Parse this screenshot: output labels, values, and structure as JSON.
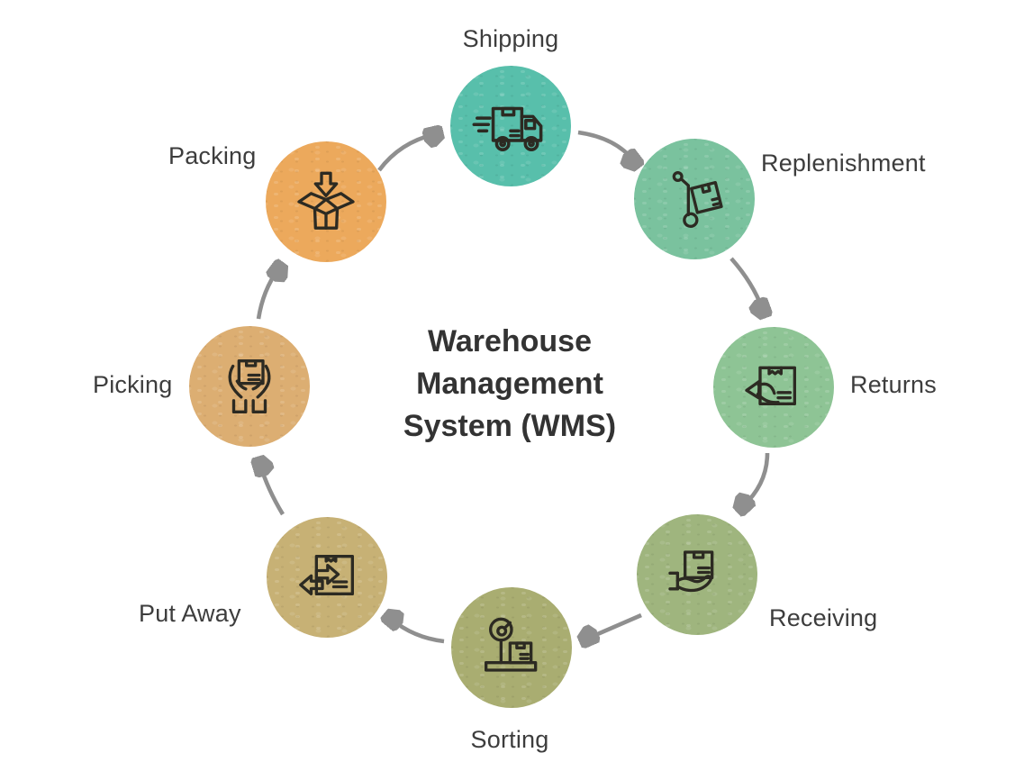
{
  "title": "Warehouse Management System (WMS)",
  "diagram_type": "circular process cycle",
  "flow_direction": "clockwise",
  "nodes": {
    "shipping": {
      "label": "Shipping",
      "icon": "delivery-truck-icon",
      "color": "#58bfab"
    },
    "replenishment": {
      "label": "Replenishment",
      "icon": "hand-truck-icon",
      "color": "#7ac29e"
    },
    "returns": {
      "label": "Returns",
      "icon": "return-box-icon",
      "color": "#8ec495"
    },
    "receiving": {
      "label": "Receiving",
      "icon": "hand-receiving-box-icon",
      "color": "#9fb57e"
    },
    "sorting": {
      "label": "Sorting",
      "icon": "weighing-scale-icon",
      "color": "#a9ad71"
    },
    "put_away": {
      "label": "Put Away",
      "icon": "box-transfer-arrows-icon",
      "color": "#c7b175"
    },
    "picking": {
      "label": "Picking",
      "icon": "hands-holding-box-icon",
      "color": "#dcae72"
    },
    "packing": {
      "label": "Packing",
      "icon": "open-box-arrow-icon",
      "color": "#eca95c"
    }
  },
  "sequence": [
    "Shipping",
    "Replenishment",
    "Returns",
    "Receiving",
    "Sorting",
    "Put Away",
    "Picking",
    "Packing"
  ],
  "colors": {
    "background": "#ffffff",
    "arrow": "#8f8f8f",
    "icon_stroke": "#2c2a22",
    "label_text": "#3d3d3d",
    "title_text": "#333333"
  }
}
